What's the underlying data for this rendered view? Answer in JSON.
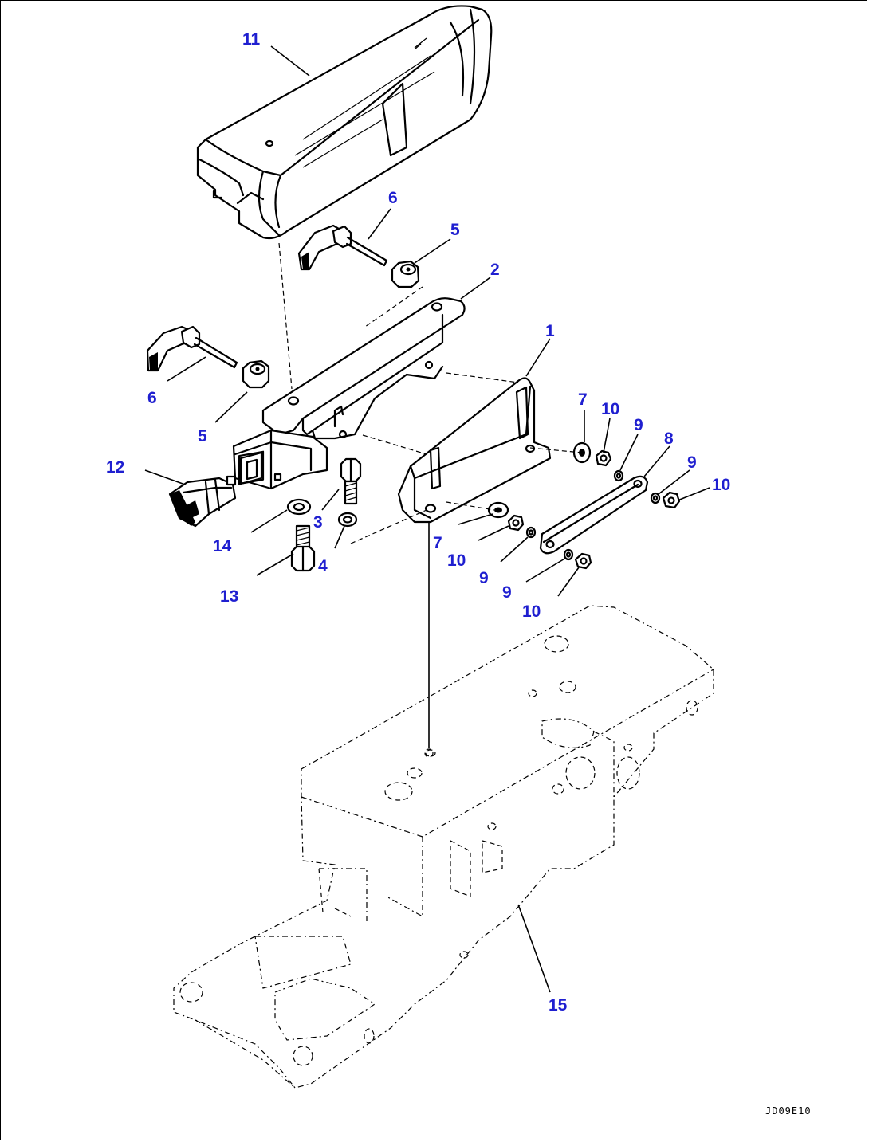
{
  "diagram": {
    "callouts": [
      {
        "id": "c-11a",
        "text": "11"
      },
      {
        "id": "c-6a",
        "text": "6"
      },
      {
        "id": "c-5a",
        "text": "5"
      },
      {
        "id": "c-2",
        "text": "2"
      },
      {
        "id": "c-1",
        "text": "1"
      },
      {
        "id": "c-6b",
        "text": "6"
      },
      {
        "id": "c-5b",
        "text": "5"
      },
      {
        "id": "c-7a",
        "text": "7"
      },
      {
        "id": "c-10a",
        "text": "10"
      },
      {
        "id": "c-9a",
        "text": "9"
      },
      {
        "id": "c-8",
        "text": "8"
      },
      {
        "id": "c-9b",
        "text": "9"
      },
      {
        "id": "c-10b",
        "text": "10"
      },
      {
        "id": "c-12",
        "text": "12"
      },
      {
        "id": "c-3",
        "text": "3"
      },
      {
        "id": "c-14",
        "text": "14"
      },
      {
        "id": "c-4",
        "text": "4"
      },
      {
        "id": "c-13",
        "text": "13"
      },
      {
        "id": "c-7b",
        "text": "7"
      },
      {
        "id": "c-10c",
        "text": "10"
      },
      {
        "id": "c-9c",
        "text": "9"
      },
      {
        "id": "c-9d",
        "text": "9"
      },
      {
        "id": "c-10d",
        "text": "10"
      },
      {
        "id": "c-15",
        "text": "15"
      }
    ],
    "drawing_code": "JD09E10"
  },
  "colors": {
    "callout": "#1f1fd0",
    "line": "#000000",
    "background": "#ffffff"
  }
}
